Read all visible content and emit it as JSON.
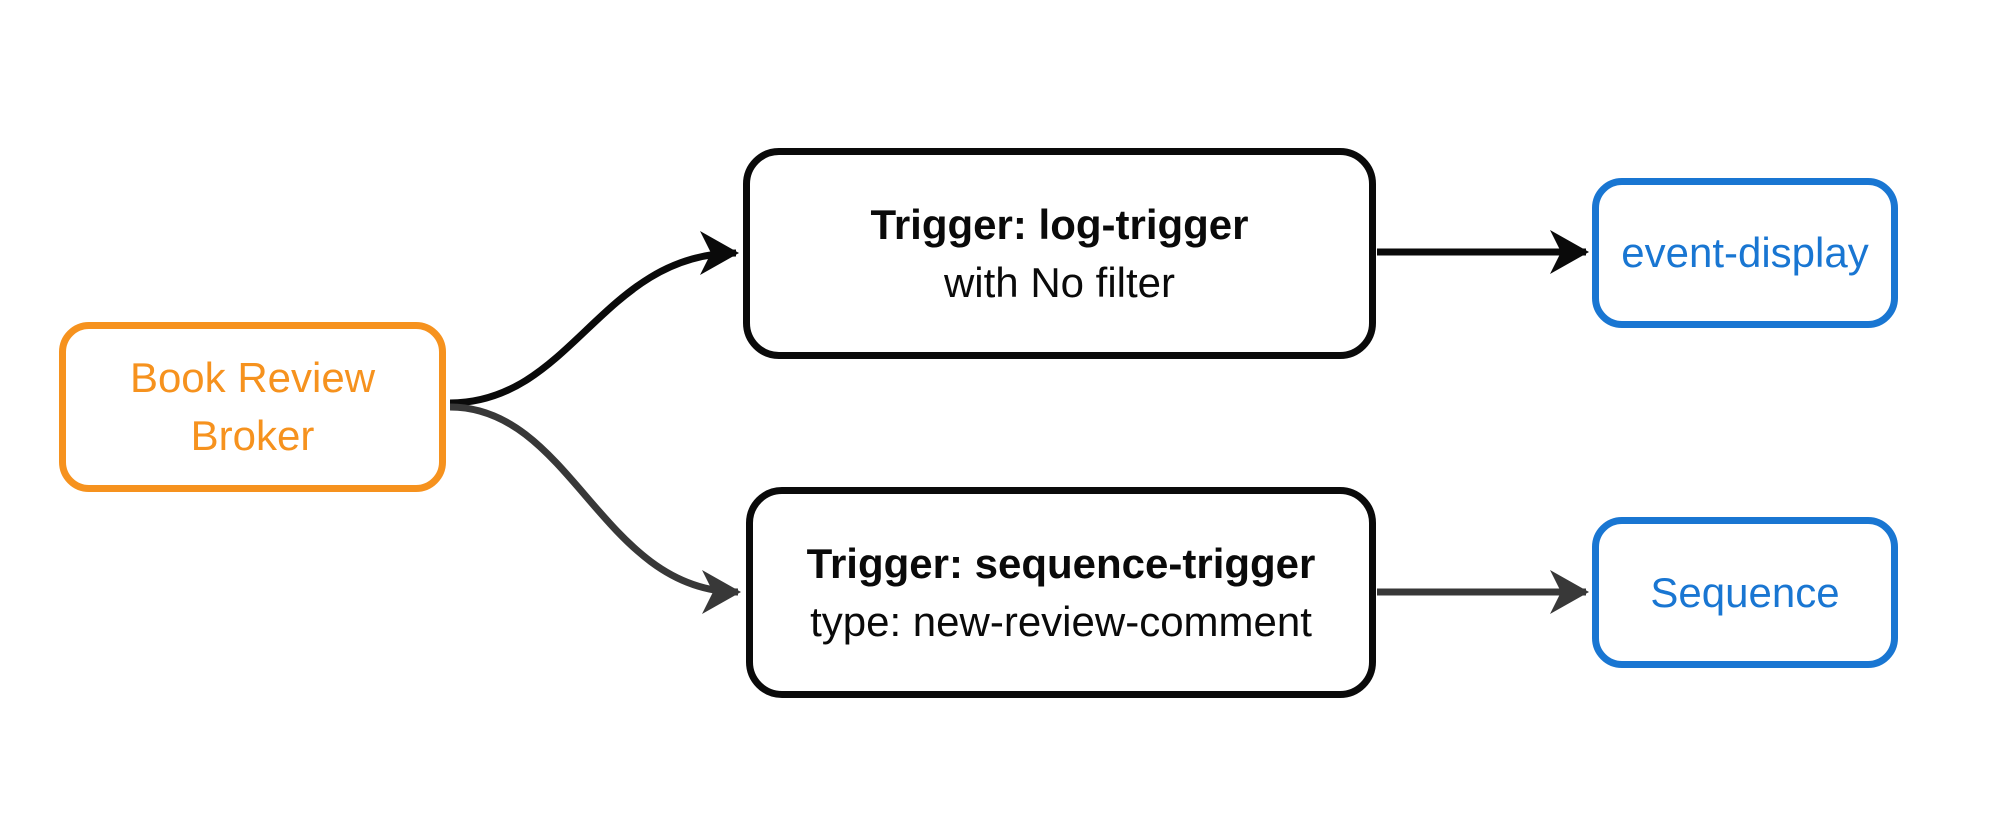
{
  "diagram": {
    "kind": "flowchart",
    "direction": "left-to-right",
    "colors": {
      "broker_border": "#F6921E",
      "broker_text": "#F6921E",
      "trigger_border": "#0A0A0A",
      "trigger_text": "#0A0A0A",
      "output_border": "#1976D2",
      "output_text": "#1976D2",
      "edge_black": "#0A0A0A",
      "edge_gray": "#383838",
      "background": "#FFFFFF"
    },
    "nodes": {
      "broker": {
        "line1": "Book Review",
        "line2": "Broker"
      },
      "trigger1": {
        "title": "Trigger: log-trigger",
        "subtitle": "with No filter"
      },
      "trigger2": {
        "title": "Trigger: sequence-trigger",
        "subtitle": "type: new-review-comment"
      },
      "output1": {
        "label": "event-display"
      },
      "output2": {
        "label": "Sequence"
      }
    },
    "edges": [
      {
        "from": "broker",
        "to": "trigger1",
        "shape": "curved",
        "color": "#0A0A0A"
      },
      {
        "from": "broker",
        "to": "trigger2",
        "shape": "curved",
        "color": "#383838"
      },
      {
        "from": "trigger1",
        "to": "output1",
        "shape": "straight",
        "color": "#0A0A0A"
      },
      {
        "from": "trigger2",
        "to": "output2",
        "shape": "straight",
        "color": "#383838"
      }
    ]
  }
}
